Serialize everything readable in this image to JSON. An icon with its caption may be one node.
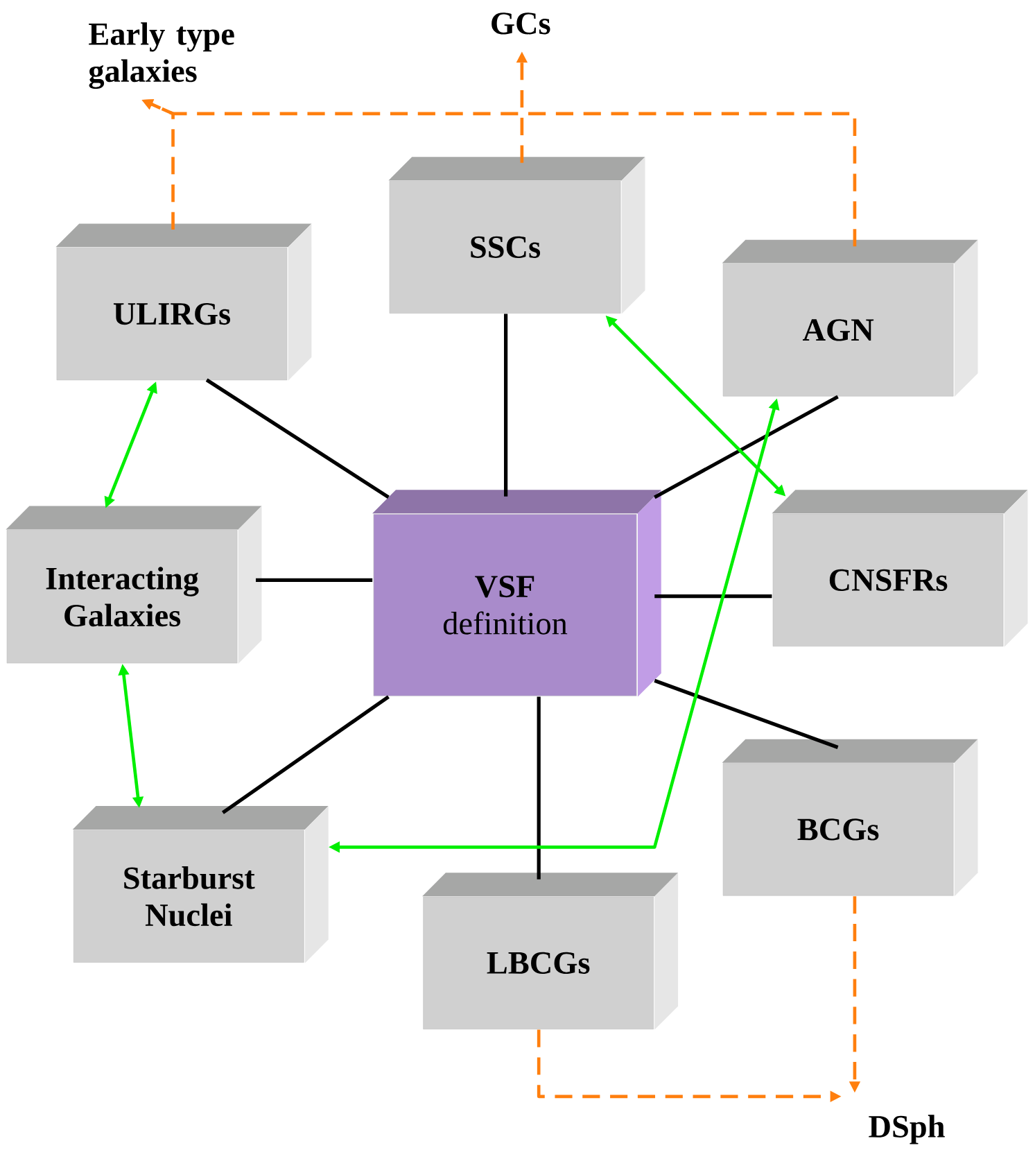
{
  "diagram": {
    "nodes": [
      {
        "text": [
          "VSF",
          "definition"
        ]
      },
      {
        "text": [
          "SSCs"
        ]
      },
      {
        "text": [
          "ULIRGs"
        ]
      },
      {
        "text": [
          "AGN"
        ]
      },
      {
        "text": [
          "Interacting Galaxies"
        ]
      },
      {
        "text": [
          "CNSFRs"
        ]
      },
      {
        "text": [
          "Starburst Nuclei"
        ]
      },
      {
        "text": [
          "BCGs"
        ]
      },
      {
        "text": [
          "LBCGs"
        ]
      },
      {
        "text": [
          "Early type galaxies"
        ]
      },
      {
        "text": [
          "GCs"
        ]
      },
      {
        "text": [
          "DSph"
        ]
      }
    ],
    "edges": [
      {
        "from": 0,
        "to": 1,
        "arrow": "none"
      },
      {
        "from": 0,
        "to": 2,
        "arrow": "none"
      },
      {
        "from": 0,
        "to": 3,
        "arrow": "none"
      },
      {
        "from": 0,
        "to": 4,
        "arrow": "none"
      },
      {
        "from": 0,
        "to": 5,
        "arrow": "none"
      },
      {
        "from": 0,
        "to": 6,
        "arrow": "none"
      },
      {
        "from": 0,
        "to": 7,
        "arrow": "none"
      },
      {
        "from": 0,
        "to": 8,
        "arrow": "none"
      },
      {
        "from": 2,
        "to": 4,
        "arrow": "both",
        "color": "#00ee00"
      },
      {
        "from": 4,
        "to": 6,
        "arrow": "both",
        "color": "#00ee00"
      },
      {
        "from": 1,
        "to": 5,
        "arrow": "both",
        "color": "#00ee00"
      },
      {
        "from": 6,
        "to": 3,
        "arrow": "both",
        "color": "#00ee00"
      },
      {
        "from": 1,
        "to": 10,
        "arrow": "to",
        "style": "dashed",
        "color": "#ff7f0e"
      },
      {
        "from": 2,
        "to": 9,
        "arrow": "to",
        "style": "dashed",
        "color": "#ff7f0e"
      },
      {
        "from": 3,
        "to": 9,
        "arrow": "to",
        "style": "dashed",
        "color": "#ff7f0e"
      },
      {
        "from": 7,
        "to": 11,
        "arrow": "to",
        "style": "dashed",
        "color": "#ff7f0e"
      },
      {
        "from": 8,
        "to": 11,
        "arrow": "to",
        "style": "dashed",
        "color": "#ff7f0e"
      }
    ]
  }
}
